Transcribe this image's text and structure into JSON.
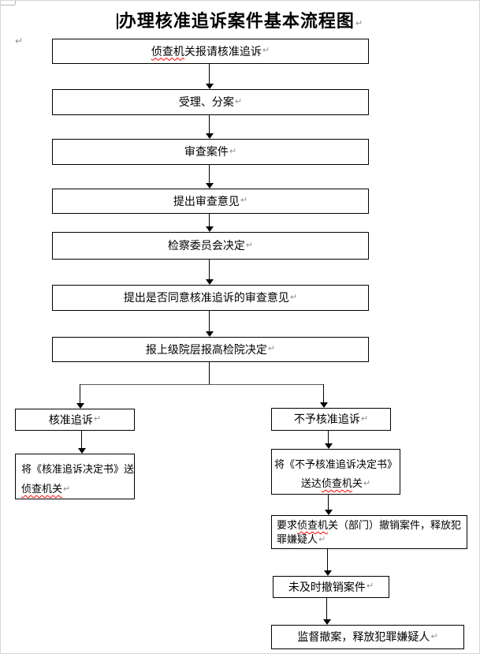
{
  "title": {
    "text": "办理核准追诉案件基本流程图"
  },
  "marks": {
    "return_mark": "↵"
  },
  "colors": {
    "box_border": "#000000",
    "text": "#000000",
    "return_mark": "#8f8f8f",
    "misspell_underline": "#ff0000",
    "connector": "#000000",
    "branch_line": "#595959",
    "page_background": "#ffffff"
  },
  "flow": {
    "b1": {
      "bad": "侦查机",
      "post": "关报请核准追诉"
    },
    "b2": {
      "text": "受理、分案"
    },
    "b3": {
      "text": "审查案件"
    },
    "b4": {
      "text": "提出审查意见"
    },
    "b5": {
      "text": "检察委员会决定"
    },
    "b6": {
      "text": "提出是否同意核准追诉的审查意见"
    },
    "b7": {
      "text": "报上级院层报高检院决定"
    },
    "left": {
      "l1": {
        "text": "核准追诉"
      },
      "l2": {
        "line1": "将《核准追诉决定书》送",
        "line2_bad": "侦查机关"
      }
    },
    "right": {
      "r1": {
        "text": "不予核准追诉"
      },
      "r2": {
        "line1": "将《不予核准追诉决定书》",
        "line2_pre": "送达",
        "line2_bad": "侦查机",
        "line2_post": "关"
      },
      "r3": {
        "line1_pre": "要求",
        "line1_bad": "侦查机",
        "line1_post": "关（部门）撤销案件，释放犯",
        "line2": "罪嫌疑人"
      },
      "r4": {
        "text": "未及时撤销案件"
      },
      "r5": {
        "text": "监督撤案，释放犯罪嫌疑人"
      }
    }
  }
}
